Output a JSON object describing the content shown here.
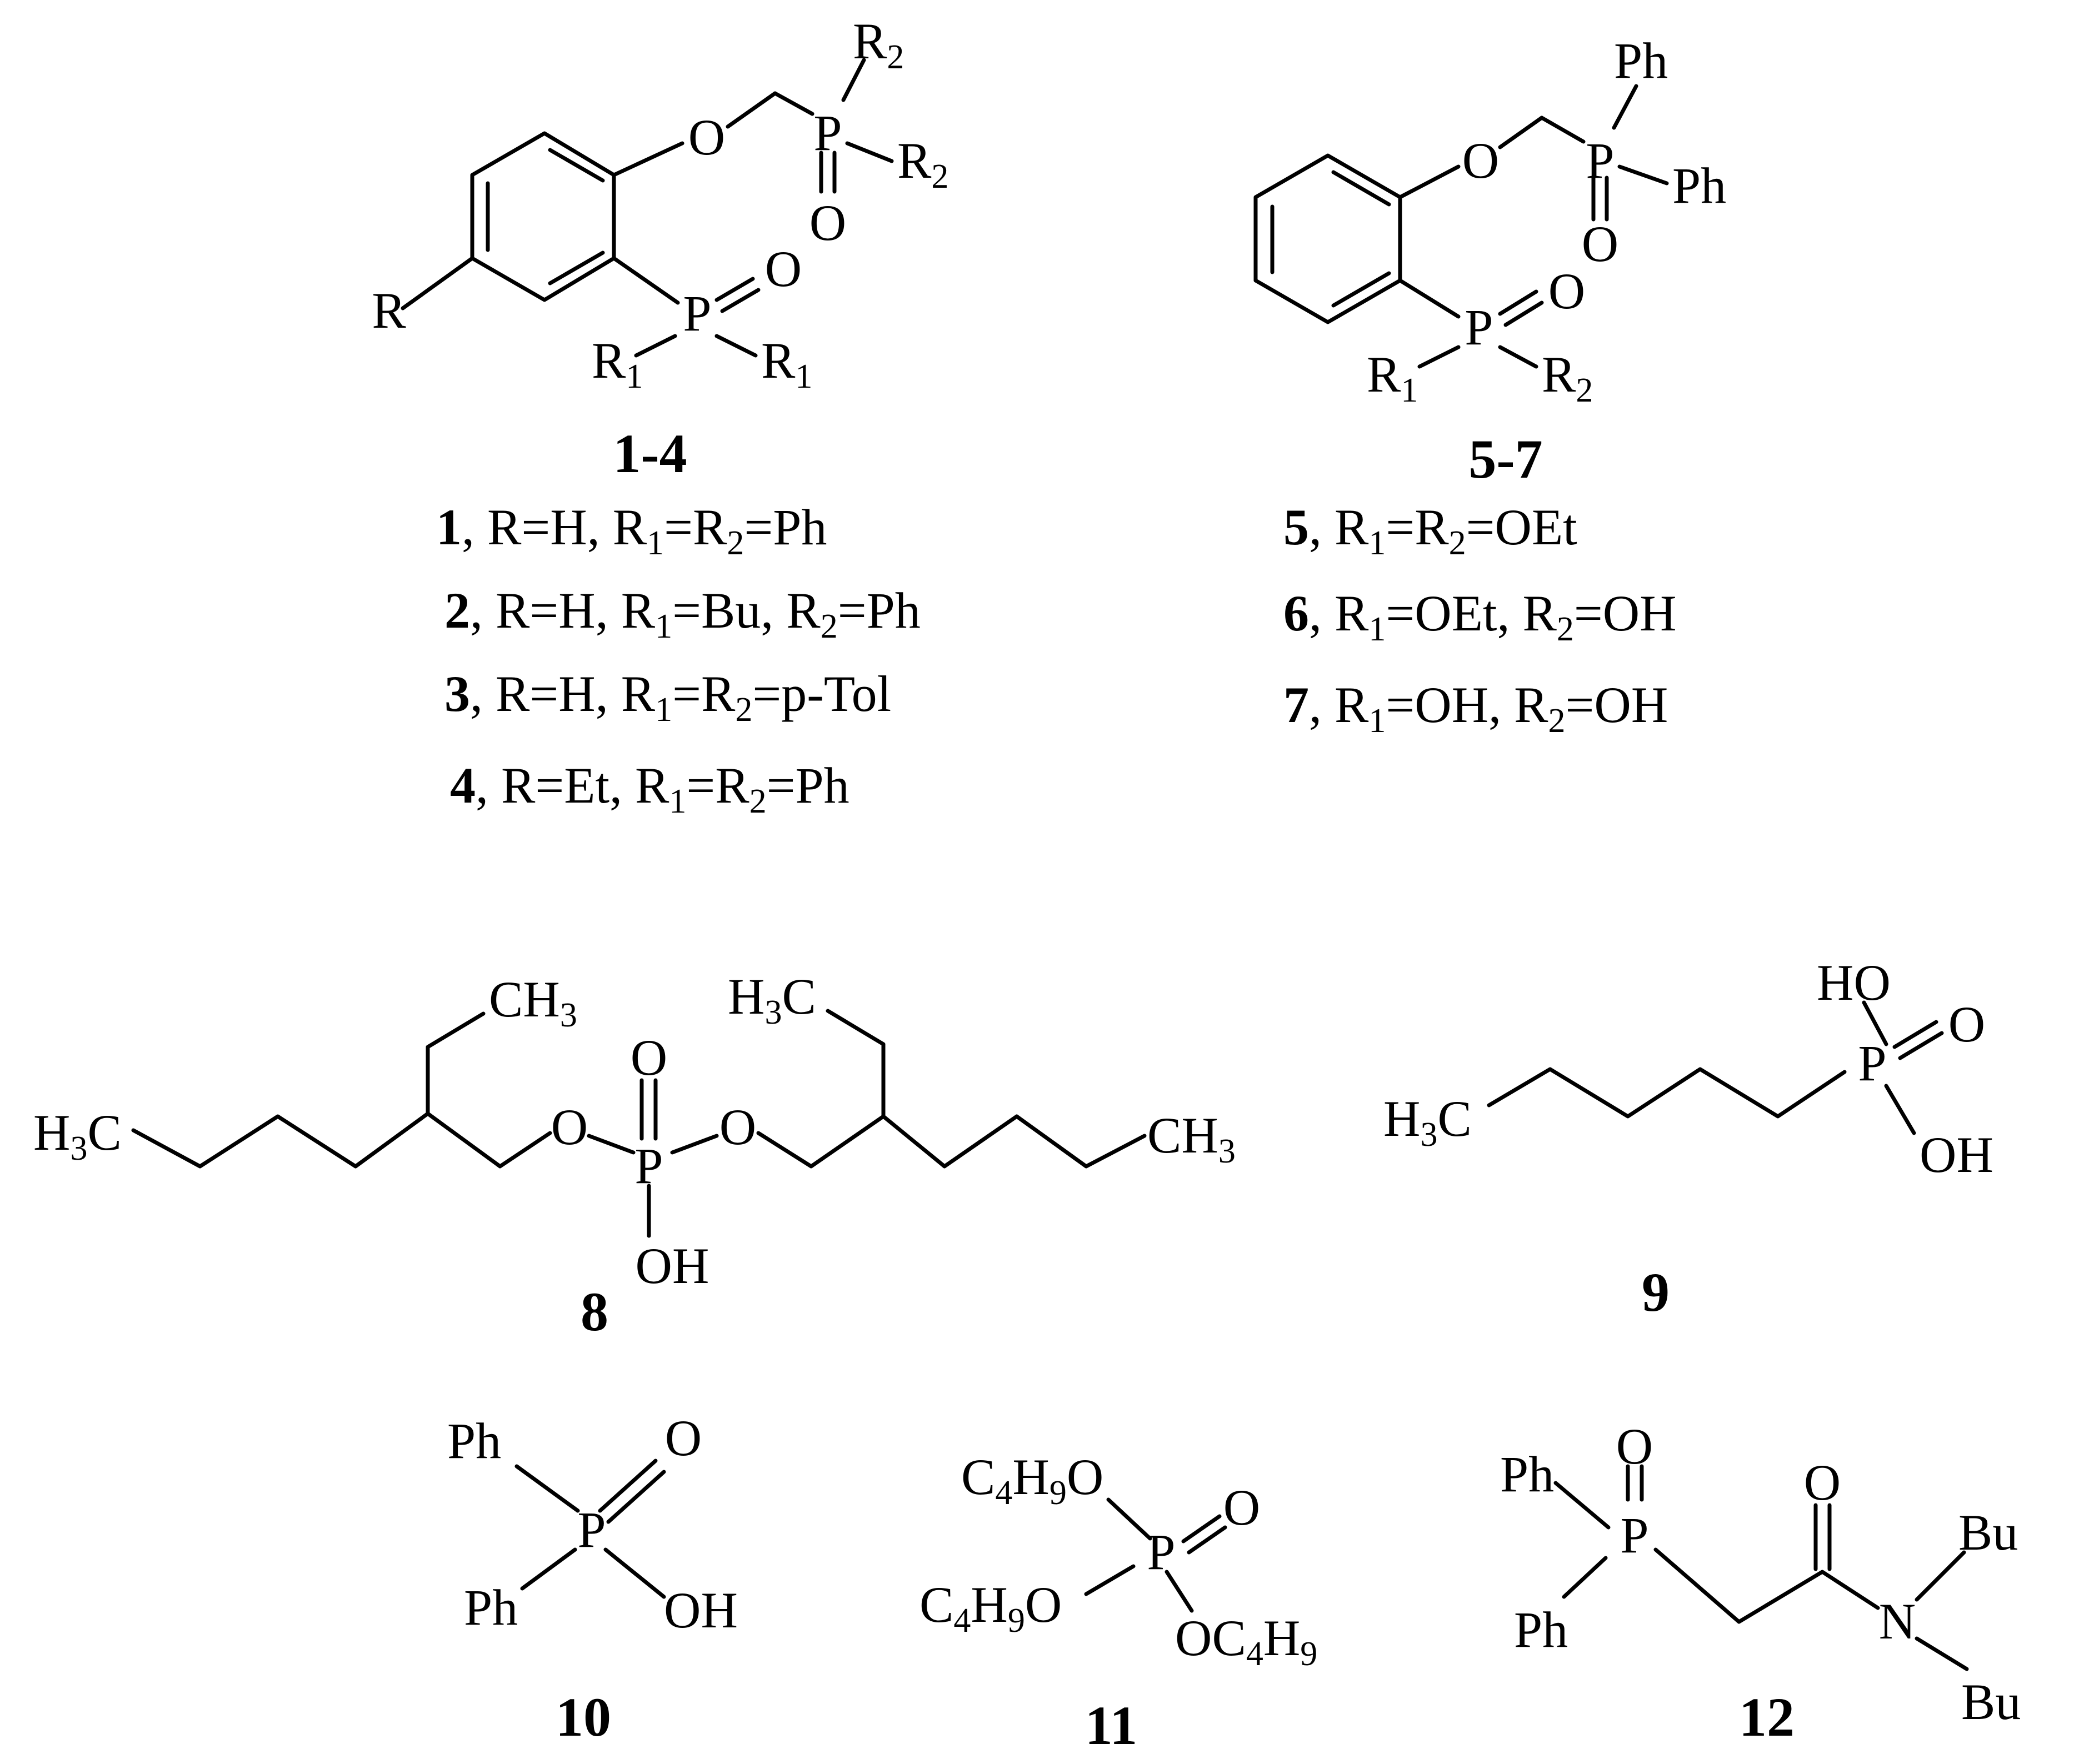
{
  "compounds": {
    "c1_4": {
      "label": "1-4",
      "atoms": {
        "r": "R",
        "o1": "O",
        "p1": "P",
        "r2a": "R",
        "r2a_sub": "2",
        "r2b": "R",
        "r2b_sub": "2",
        "o2": "O",
        "p2": "P",
        "o3": "O",
        "r1a": "R",
        "r1a_sub": "1",
        "r1b": "R",
        "r1b_sub": "1"
      },
      "rows": [
        {
          "num": "1",
          "text": [
            ", R=H, R",
            "1",
            "=R",
            "2",
            "=Ph"
          ]
        },
        {
          "num": "2",
          "text": [
            ", R=H,  R",
            "1",
            "=Bu, R",
            "2",
            "=Ph"
          ]
        },
        {
          "num": "3",
          "text": [
            ", R=H, R",
            "1",
            "=R",
            "2",
            "=p-Tol"
          ]
        },
        {
          "num": "4",
          "text": [
            ", R=Et, R",
            "1",
            "=R",
            "2",
            "=Ph"
          ]
        }
      ]
    },
    "c5_7": {
      "label": "5-7",
      "atoms": {
        "o1": "O",
        "p1": "P",
        "ph1": "Ph",
        "ph2": "Ph",
        "o2": "O",
        "p2": "P",
        "o3": "O",
        "r1": "R",
        "r1_sub": "1",
        "r2": "R",
        "r2_sub": "2"
      },
      "rows": [
        {
          "num": "5",
          "text": [
            ", R",
            "1",
            "=R",
            "2",
            "=OEt"
          ]
        },
        {
          "num": "6",
          "text": [
            ", R",
            "1",
            "=OEt, R",
            "2",
            "=OH"
          ]
        },
        {
          "num": "7",
          "text": [
            ", R",
            "1",
            "=OH, R",
            "2",
            "=OH"
          ]
        }
      ]
    },
    "c8": {
      "label": "8",
      "atoms": {
        "ch3_top": [
          "CH",
          "3"
        ],
        "h3c_top": [
          "H",
          "3",
          "C"
        ],
        "h3c_left": [
          "H",
          "3",
          "C"
        ],
        "ch3_right": [
          "CH",
          "3"
        ],
        "o_left": "O",
        "o_right": "O",
        "o_top": "O",
        "p": "P",
        "oh": "OH"
      }
    },
    "c9": {
      "label": "9",
      "atoms": {
        "h3c": [
          "H",
          "3",
          "C"
        ],
        "ho": "HO",
        "o": "O",
        "p": "P",
        "oh": "OH"
      }
    },
    "c10": {
      "label": "10",
      "atoms": {
        "ph1": "Ph",
        "ph2": "Ph",
        "o": "O",
        "p": "P",
        "oh": "OH"
      }
    },
    "c11": {
      "label": "11",
      "atoms": {
        "g1": [
          "C",
          "4",
          "H",
          "9",
          "O"
        ],
        "g2": [
          "C",
          "4",
          "H",
          "9",
          "O"
        ],
        "g3": [
          "OC",
          "4",
          "H",
          "9"
        ],
        "o": "O",
        "p": "P"
      }
    },
    "c12": {
      "label": "12",
      "atoms": {
        "ph1": "Ph",
        "ph2": "Ph",
        "o_p": "O",
        "p": "P",
        "o_c": "O",
        "n": "N",
        "bu1": "Bu",
        "bu2": "Bu"
      }
    }
  }
}
